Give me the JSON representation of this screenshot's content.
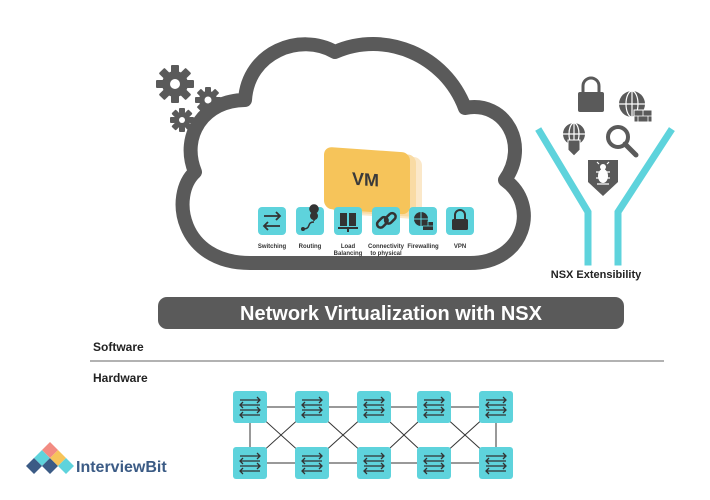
{
  "diagram": {
    "vm_label": "VM",
    "services": [
      {
        "label_lines": [
          "Switching"
        ],
        "icon": "switching-icon"
      },
      {
        "label_lines": [
          "Routing"
        ],
        "icon": "routing-icon"
      },
      {
        "label_lines": [
          "Load",
          "Balancing"
        ],
        "icon": "load-balancing-icon"
      },
      {
        "label_lines": [
          "Connectivity",
          "to physical"
        ],
        "icon": "link-icon"
      },
      {
        "label_lines": [
          "Firewalling"
        ],
        "icon": "firewall-icon"
      },
      {
        "label_lines": [
          "VPN"
        ],
        "icon": "lock-icon"
      }
    ],
    "extensibility_label": "NSX Extensibility",
    "banner_title": "Network Virtualization with NSX",
    "software_label": "Software",
    "hardware_label": "Hardware",
    "brand_name": "InterviewBit",
    "colors": {
      "teal": "#5ed3dc",
      "cloud_outline": "#5a5a5a",
      "vm_orange": "#f6c45a",
      "banner_bg": "#5a5a5a",
      "brand": "#3b5b85"
    }
  }
}
